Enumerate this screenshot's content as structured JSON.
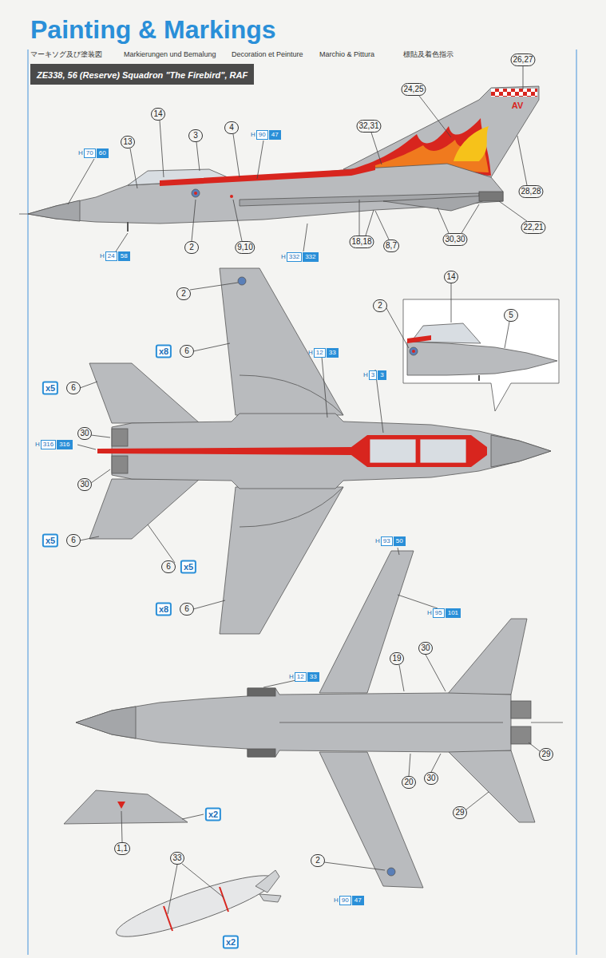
{
  "diagram": {
    "title": "Painting & Markings",
    "nodes": [
      {
        "text": [
          "ZE338, 56 (Reserve) Squadron \"The Firebird\", RAF"
        ]
      }
    ],
    "labels": [
      "マーキソグ及び塗装図",
      "Markierungen und Bemalung",
      "Decoration et Peinture",
      "Marchio & Pittura",
      "標貼及着色指示",
      "26,27",
      "24,25",
      "14",
      "3",
      "4",
      "H",
      "90",
      "47",
      "32,31",
      "13",
      "H",
      "70",
      "60",
      "AV",
      "2",
      "9,10",
      "H",
      "24",
      "58",
      "H",
      "332",
      "332",
      "18,18",
      "8,7",
      "30,30",
      "22,21",
      "28,28",
      "2",
      "x8",
      "6",
      "H",
      "12",
      "33",
      "H",
      "3",
      "3",
      "x5",
      "6",
      "30",
      "H",
      "316",
      "316",
      "30",
      "x5",
      "6",
      "6",
      "x5",
      "x8",
      "6",
      "2",
      "14",
      "5",
      "H",
      "93",
      "50",
      "H",
      "95",
      "101",
      "30",
      "19",
      "H",
      "12",
      "33",
      "30",
      "20",
      "29",
      "29",
      "1,1",
      "x2",
      "2",
      "H",
      "90",
      "47",
      "33",
      "x2"
    ]
  }
}
